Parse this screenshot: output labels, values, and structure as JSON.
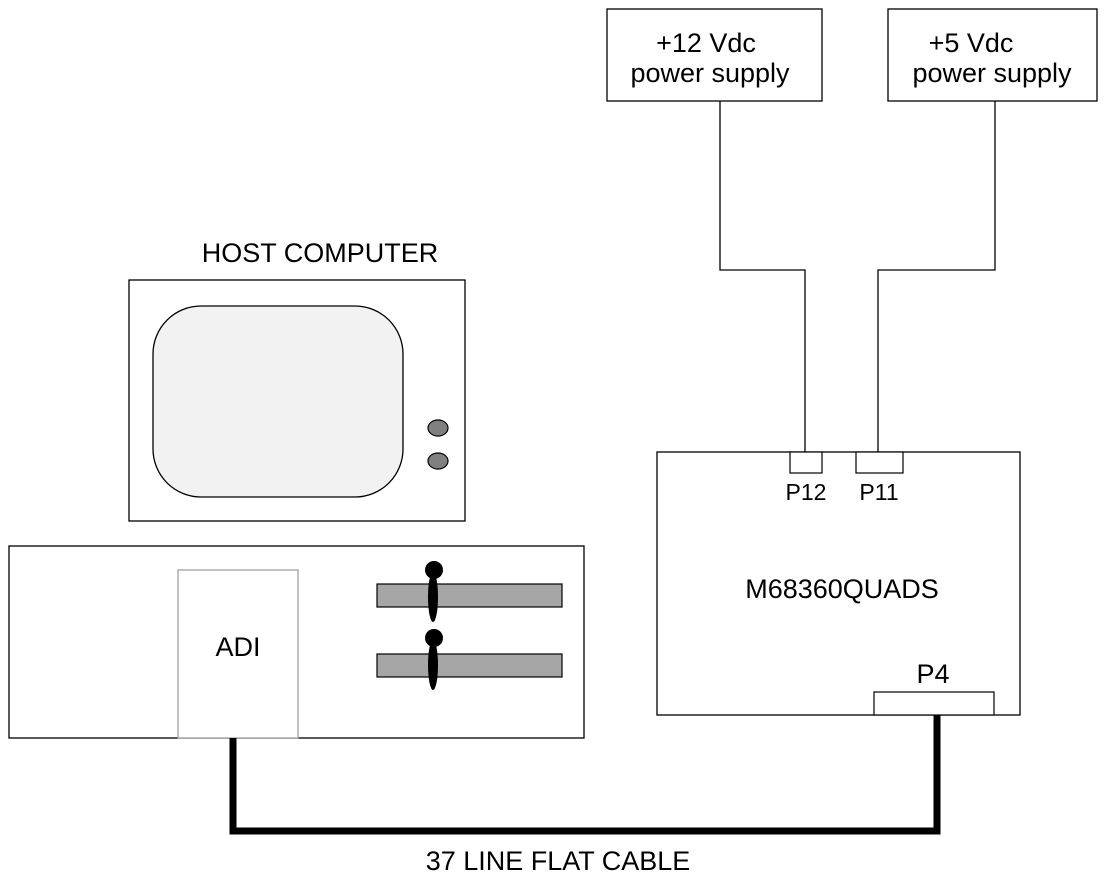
{
  "supply_12v": {
    "line1": "+12 Vdc",
    "line2": "power supply"
  },
  "supply_5v": {
    "line1": "+5 Vdc",
    "line2": "power supply"
  },
  "host": {
    "title": "HOST  COMPUTER",
    "adi_label": "ADI"
  },
  "board": {
    "name": "M68360QUADS",
    "connector_p12": "P12",
    "connector_p11": "P11",
    "connector_p4": "P4"
  },
  "cable": {
    "label": "37  LINE  FLAT CABLE"
  },
  "colors": {
    "line": "#000000",
    "screen_fill": "#f2f2f2",
    "knob_fill": "#808080",
    "slot_fill": "#a6a6a6",
    "adi_border": "#a0a0a0"
  }
}
